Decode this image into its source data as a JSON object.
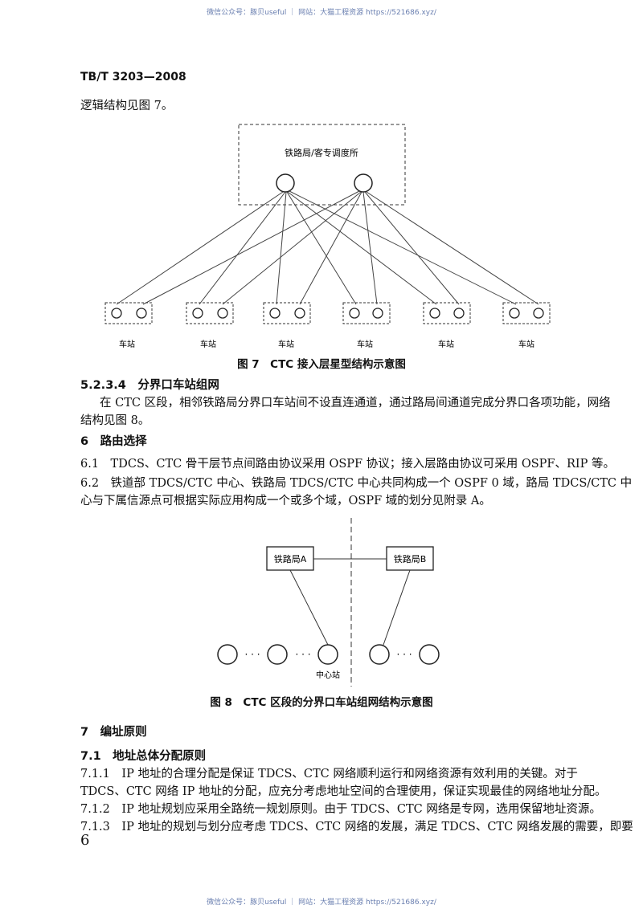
{
  "watermark": "微信公众号：豚贝useful ｜ 网站：大猫工程资源 https://521686.xyz/",
  "std_code": "TB/T 3203—2008",
  "intro": "逻辑结构见图 7。",
  "fig7": {
    "top_box_label": "铁路局/客专调度所",
    "stations": [
      "车站",
      "车站",
      "车站",
      "车站",
      "车站",
      "车站"
    ],
    "caption": "图 7　CTC 接入层星型结构示意图"
  },
  "sec_5234": {
    "heading": "5.2.3.4　分界口车站组网",
    "line1": "在 CTC 区段，相邻铁路局分界口车站间不设直连通道，通过路局间通道完成分界口各项功能，网络",
    "line2": "结构见图 8。"
  },
  "sec6": {
    "heading": "6　路由选择",
    "p61": "6.1　TDCS、CTC 骨干层节点间路由协议采用 OSPF 协议；接入层路由协议可采用 OSPF、RIP 等。",
    "p62a": "6.2　铁道部 TDCS/CTC 中心、铁路局 TDCS/CTC 中心共同构成一个 OSPF 0 域，路局 TDCS/CTC 中",
    "p62b": "心与下属信源点可根据实际应用构成一个或多个域，OSPF 域的划分见附录 A。"
  },
  "fig8": {
    "bureau_a": "铁路局A",
    "bureau_b": "铁路局B",
    "center_station": "中心站",
    "dots": "· · ·",
    "caption": "图 8　CTC 区段的分界口车站组网结构示意图"
  },
  "sec7": {
    "heading": "7　编址原则",
    "h71": "7.1　地址总体分配原则",
    "p711a": "7.1.1　IP 地址的合理分配是保证 TDCS、CTC 网络顺利运行和网络资源有效利用的关键。对于",
    "p711b": "TDCS、CTC 网络 IP 地址的分配，应充分考虑地址空间的合理使用，保证实现最佳的网络地址分配。",
    "p712": "7.1.2　IP 地址规划应采用全路统一规划原则。由于 TDCS、CTC 网络是专网，选用保留地址资源。",
    "p713": "7.1.3　IP 地址的规划与划分应考虑 TDCS、CTC 网络的发展，满足 TDCS、CTC 网络发展的需要，即要"
  },
  "page_number": "6"
}
